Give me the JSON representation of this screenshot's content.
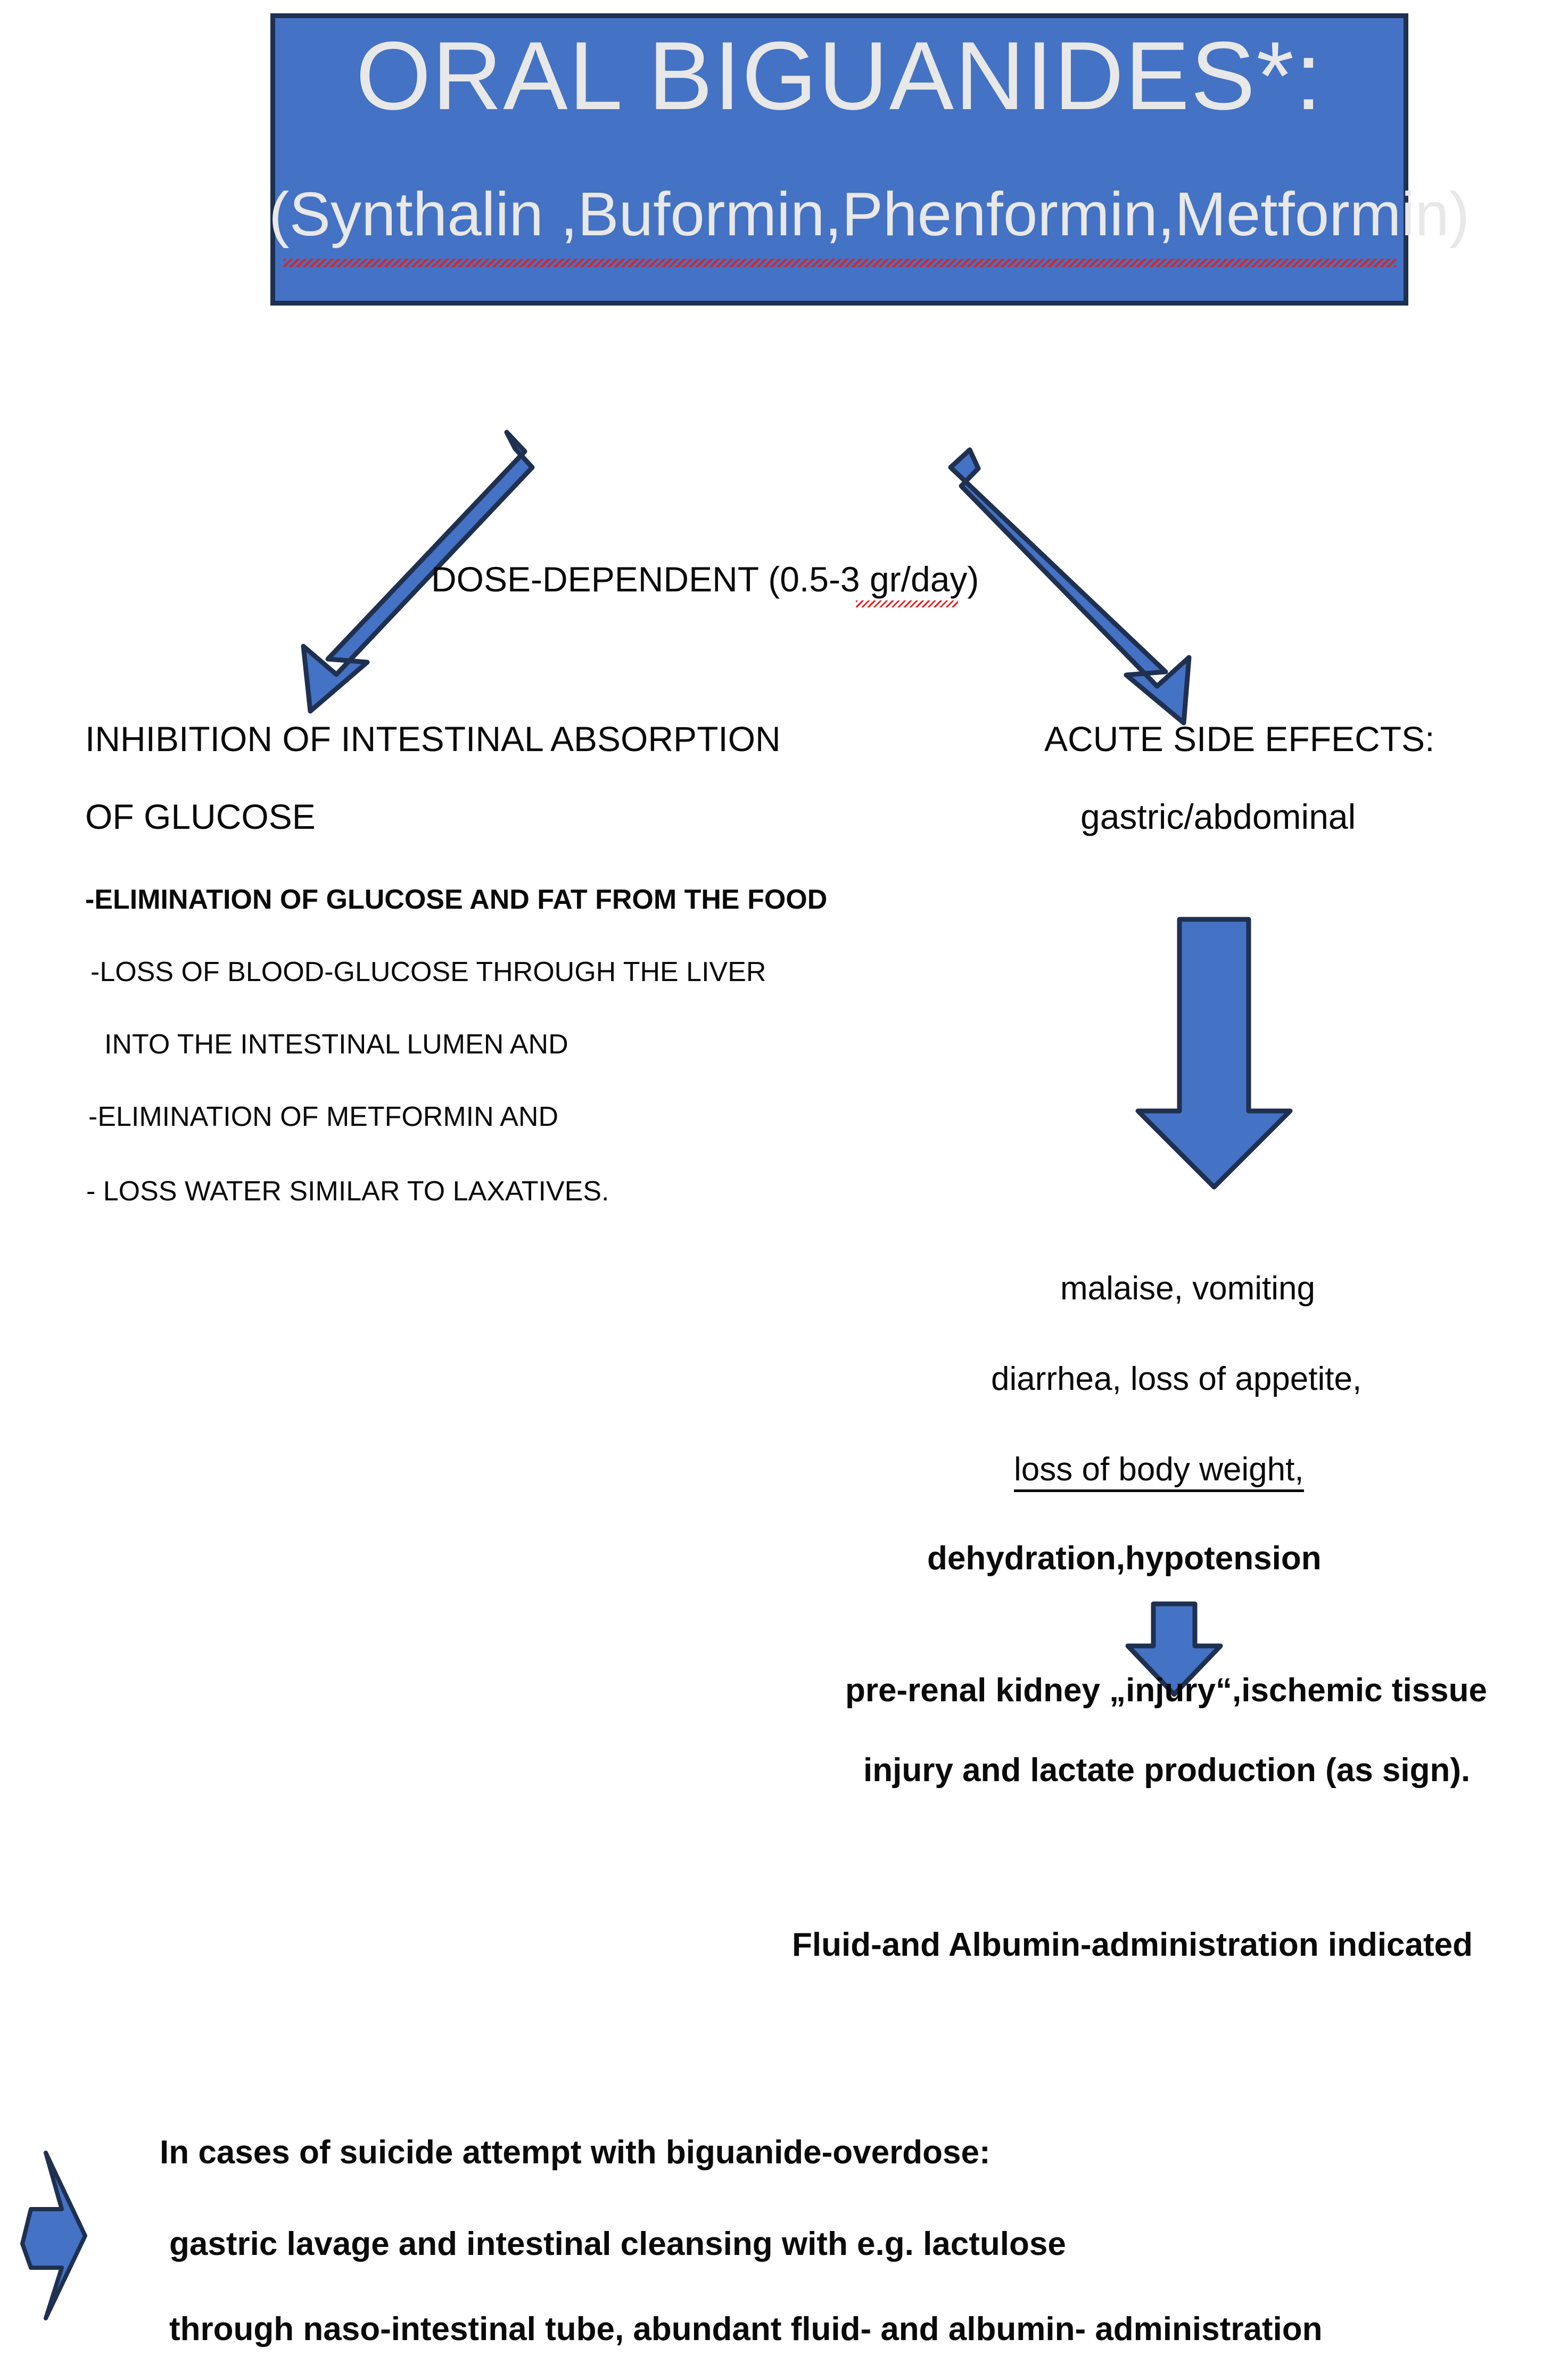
{
  "title": {
    "line1": "ORAL   BIGUANIDES*:",
    "line2": "(Synthalin ,Buformin,Phenformin,Metformin)"
  },
  "dose_label": "DOSE-DEPENDENT (0.5-3 gr/day)",
  "left_branch": {
    "heading_line1": "INHIBITION OF INTESTINAL ABSORPTION",
    "heading_line2": "OF GLUCOSE",
    "items": [
      "-ELIMINATION OF GLUCOSE AND FAT FROM THE FOOD",
      "-LOSS OF BLOOD-GLUCOSE THROUGH THE LIVER",
      "INTO THE INTESTINAL LUMEN AND",
      "-ELIMINATION OF METFORMIN AND",
      "- LOSS WATER SIMILAR TO LAXATIVES."
    ]
  },
  "right_branch": {
    "heading": "ACUTE SIDE EFFECTS:",
    "subheading": "gastric/abdominal",
    "symptoms": [
      "malaise, vomiting",
      "diarrhea, loss of appetite,",
      "loss of body weight,",
      "dehydration,hypotension"
    ],
    "outcome_line1": "pre-renal kidney „injury“,ischemic tissue",
    "outcome_line2": "injury and lactate production (as sign).",
    "treatment": "Fluid-and Albumin-administration indicated"
  },
  "overdose": {
    "heading": "In cases of suicide attempt with biguanide-overdose:",
    "line1": "gastric lavage and intestinal cleansing with e.g. lactulose",
    "line2": "through naso-intestinal tube, abundant fluid- and albumin- administration"
  },
  "colors": {
    "accent_blue": "#4472C4",
    "outline_navy": "#1F3050",
    "title_text": "#E8E8E8",
    "body_text": "#0A0A0A",
    "spellcheck_red": "#E02020",
    "background": "#FFFFFF"
  }
}
